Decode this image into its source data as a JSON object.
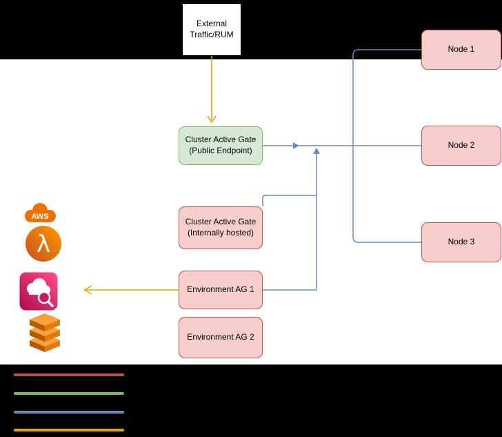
{
  "diagram": {
    "background": "#000000",
    "page_background": "#ffffff",
    "boxes": {
      "external_traffic": {
        "label": "External Traffic/RUM",
        "fill": "#ffffff",
        "stroke": "#000000"
      },
      "cluster_ag_public": {
        "label": "Cluster Active Gate (Public Endpoint)",
        "fill": "#d5e8d4",
        "stroke": "#82b366"
      },
      "cluster_ag_internal": {
        "label": "Cluster Active Gate (Internally hosted)",
        "fill": "#f8cecc",
        "stroke": "#b85450"
      },
      "env_ag_1": {
        "label": "Environment AG 1",
        "fill": "#f8cecc",
        "stroke": "#b85450"
      },
      "env_ag_2": {
        "label": "Environment AG 2",
        "fill": "#f8cecc",
        "stroke": "#b85450"
      },
      "node_1": {
        "label": "Node 1",
        "fill": "#f8cecc",
        "stroke": "#b85450"
      },
      "node_2": {
        "label": "Node 2",
        "fill": "#f8cecc",
        "stroke": "#b85450"
      },
      "node_3": {
        "label": "Node 3",
        "fill": "#f8cecc",
        "stroke": "#b85450"
      }
    },
    "icons": {
      "aws_cloud": {
        "label": "AWS",
        "color": "#ed7100"
      },
      "lambda": {
        "glyph": "λ",
        "color": "#ed7100"
      },
      "cloudwatch": {
        "color": "#d6256d"
      },
      "stack": {
        "color": "#e17b0c"
      }
    },
    "connectors": {
      "external_to_public_gate": {
        "color": "#d79b00"
      },
      "gates_to_nodes": {
        "color": "#6c8ebf"
      },
      "env_ag1_to_cloudwatch": {
        "color": "#e0a800"
      }
    },
    "legend": [
      {
        "name": "red-line",
        "color": "#b85450"
      },
      {
        "name": "green-line",
        "color": "#82b366"
      },
      {
        "name": "blue-line",
        "color": "#6c8ebf"
      },
      {
        "name": "yellow-line",
        "color": "#e0a800"
      }
    ]
  }
}
